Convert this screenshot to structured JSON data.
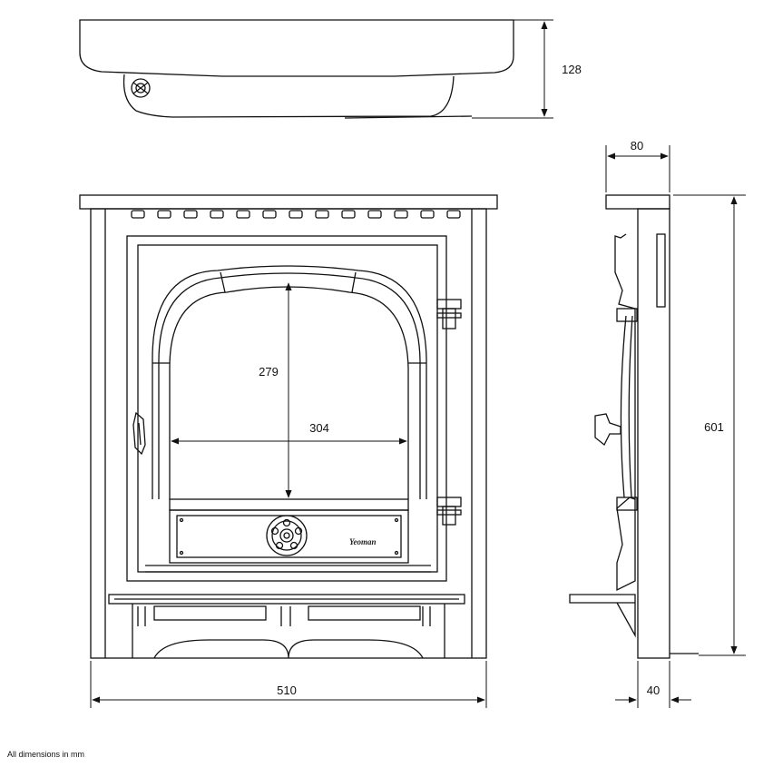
{
  "dimensions": {
    "top_view_depth": "128",
    "front_width": "510",
    "opening_height": "279",
    "opening_width": "304",
    "side_depth": "80",
    "side_height": "601",
    "hearth_step": "40"
  },
  "brand_mark": "Yeoman",
  "footnote": "All dimensions in mm"
}
